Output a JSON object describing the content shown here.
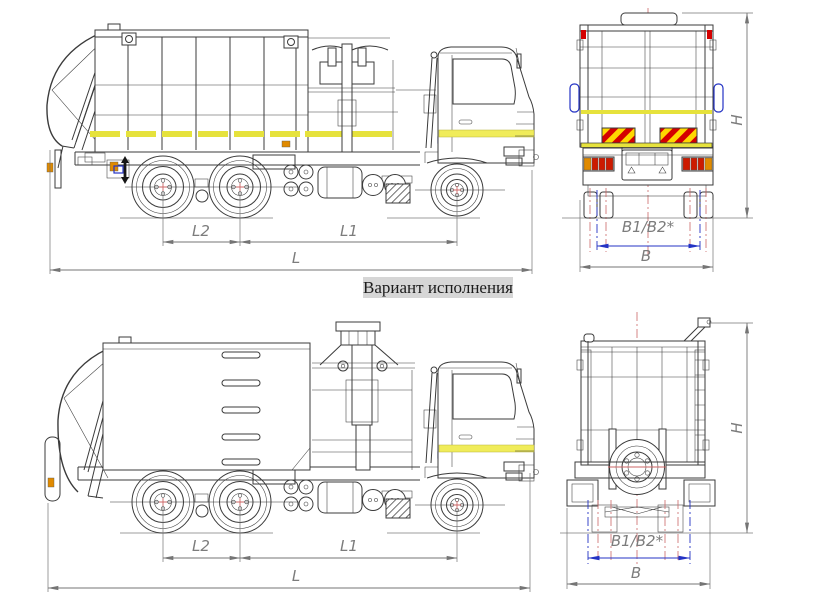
{
  "caption": {
    "variant_label": "Вариант исполнения"
  },
  "dimensions": {
    "l2": "L2",
    "l1": "L1",
    "l": "L",
    "b1_b2": "B1/B2*",
    "b": "B",
    "h": "H"
  },
  "colors": {
    "paper": "#ffffff",
    "line": "#3b3b3b",
    "dim_line": "#757575",
    "dim_text": "#7c7c7c",
    "accent_yellow": "#e6e23c",
    "cab_stripe_yellow": "#f0ec5a",
    "hazard_red": "#d40000",
    "hazard_yellow": "#ffd800",
    "tail_red": "#cc1a00",
    "tail_orange": "#e08a00",
    "signal_blue": "#2433c4",
    "centerline_red": "#cc6666",
    "caption_bg": "#d6d6d6"
  }
}
